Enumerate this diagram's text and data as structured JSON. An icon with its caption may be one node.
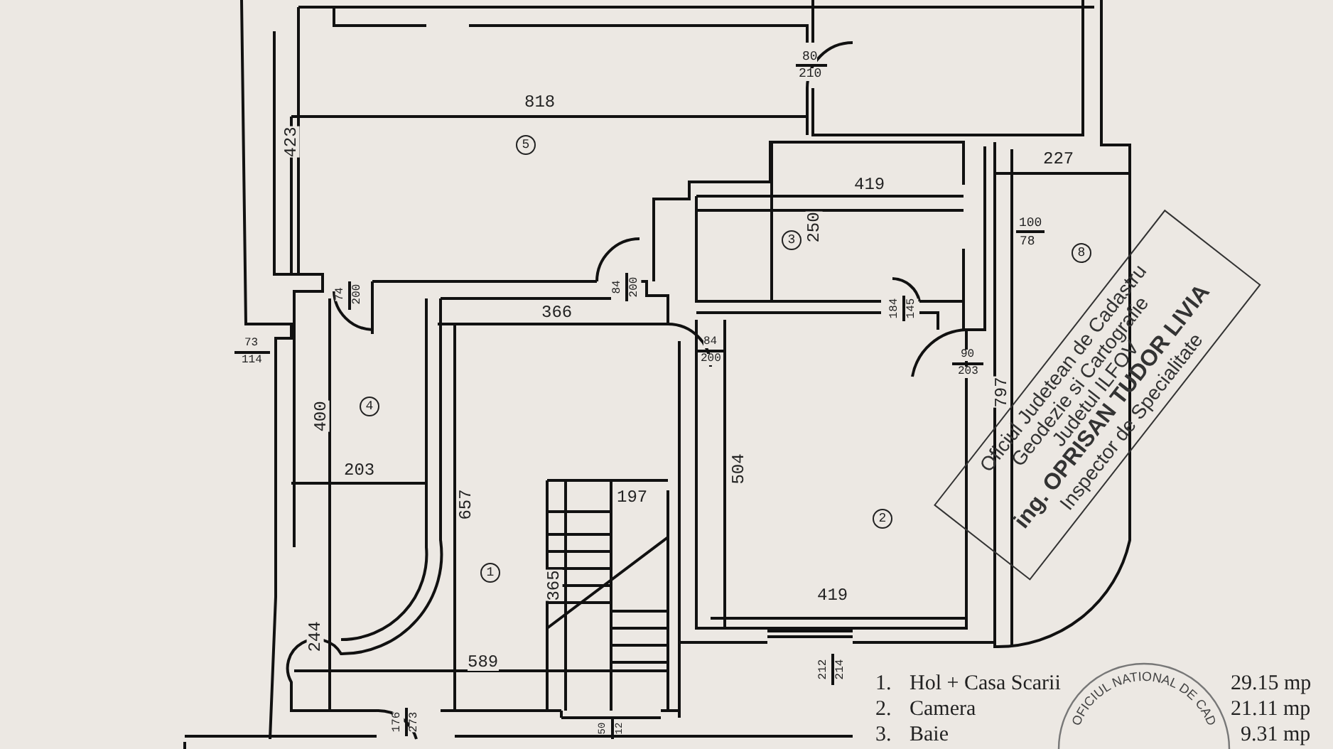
{
  "diagram": {
    "labels": [
      "80",
      "210",
      "818",
      "423",
      "5",
      "227",
      "419",
      "3",
      "250",
      "100",
      "78",
      "8",
      "74",
      "200",
      "84",
      "200",
      "184",
      "145",
      "366",
      "73",
      "114",
      "84",
      "200",
      "90",
      "203",
      "4",
      "400",
      "797",
      "504",
      "203",
      "657",
      "197",
      "2",
      "1",
      "365",
      "419",
      "244",
      "589",
      "212",
      "214",
      "176",
      "273",
      "50",
      "12",
      "Oficiul Judetean de Cadastru",
      "Geodezie si Cartografie",
      "Judetul ILFOV",
      "ing. OPRISAN TUDOR LIVIA",
      "Inspector de Specialitate",
      "OFICIUL NATIONAL DE CAD",
      "1.",
      "Hol + Casa Scarii",
      "29.15 mp",
      "2.",
      "Camera",
      "21.11 mp",
      "3.",
      "Baie",
      "9.31 mp"
    ]
  }
}
